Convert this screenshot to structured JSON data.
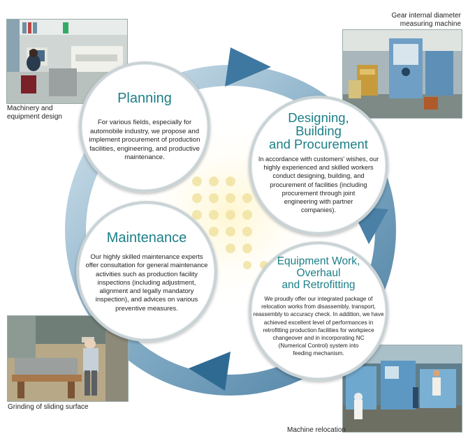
{
  "colors": {
    "title_teal": "#1c7f87",
    "ring_blue": "#4f86a8",
    "ring_light": "#c9dbe6",
    "dots_yellow": "#f3e6a8"
  },
  "photos": [
    {
      "name": "machinery-design-photo",
      "caption_lines": [
        "Machinery and",
        "equipment design"
      ]
    },
    {
      "name": "gear-measuring-machine-photo",
      "caption_lines": [
        "Gear internal diameter",
        "measuring machine"
      ]
    },
    {
      "name": "grinding-photo",
      "caption_lines": [
        "Grinding of sliding surface"
      ]
    },
    {
      "name": "machine-relocation-photo",
      "caption_lines": [
        "Machine relocation"
      ]
    }
  ],
  "stages": {
    "planning": {
      "title_lines": [
        "Planning"
      ],
      "body_lines": [
        "For various fields, especially for",
        "automobile industry, we propose and",
        "implement procurement of production",
        "facilities, engineering, and productive",
        "maintenance."
      ]
    },
    "designing": {
      "title_lines": [
        "Designing,",
        "Building",
        "and Procurement"
      ],
      "body_lines": [
        "In accordance with customers' wishes, our",
        "highly experienced and skilled workers",
        "conduct designing, building, and",
        "procurement of facilities (including",
        "procurement  through joint",
        "engineering with partner",
        "companies)."
      ]
    },
    "maintenance": {
      "title_lines": [
        "Maintenance"
      ],
      "body_lines": [
        "Our highly skilled maintenance experts",
        "offer consultation for general maintenance",
        "activities such as production facility",
        "inspections (including adjustment,",
        "alignment and legally mandatory",
        "inspection), and advices on various",
        "preventive measures."
      ]
    },
    "equipment": {
      "title_lines": [
        "Equipment Work,",
        "Overhaul",
        "and Retrofitting"
      ],
      "body_lines": [
        "We proudly offer our integrated package of",
        "relocation works from disassembly, transport,",
        "reassembly to accuracy check. In addition, we have",
        "achieved excellent level of performances in",
        "retrofitting production facilities for workpiece",
        "changeover and in incorporating NC",
        "(Numerical Control) system into",
        "feeding mechanism."
      ]
    }
  }
}
